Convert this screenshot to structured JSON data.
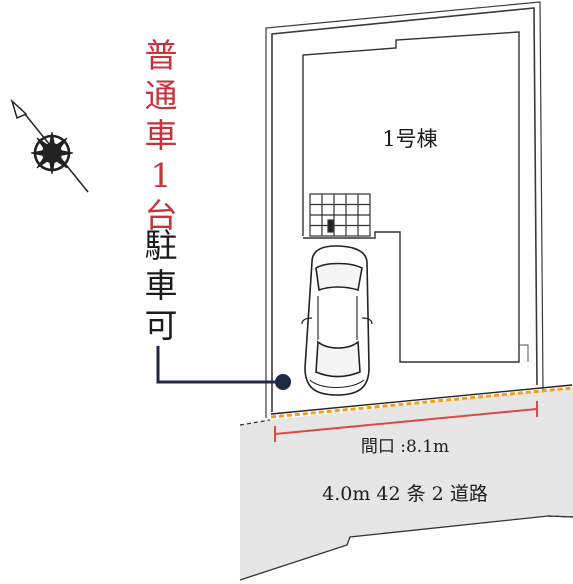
{
  "annotation": {
    "vertical_text": [
      "普",
      "通",
      "車",
      "1",
      "台",
      "駐",
      "車",
      "可"
    ],
    "highlight_color": "#c8323a",
    "text_color": "#1c1c1c"
  },
  "building": {
    "label": "1号棟"
  },
  "frontage": {
    "label": "間口 :8.1m",
    "line_color": "#e04848"
  },
  "road": {
    "label": "4.0m 42 条 2 道路",
    "fill": "#e6e6e6"
  },
  "boundary": {
    "color": "#f0a020"
  },
  "compass": {
    "icon": "north-arrow-icon"
  },
  "car": {
    "icon": "car-icon"
  }
}
